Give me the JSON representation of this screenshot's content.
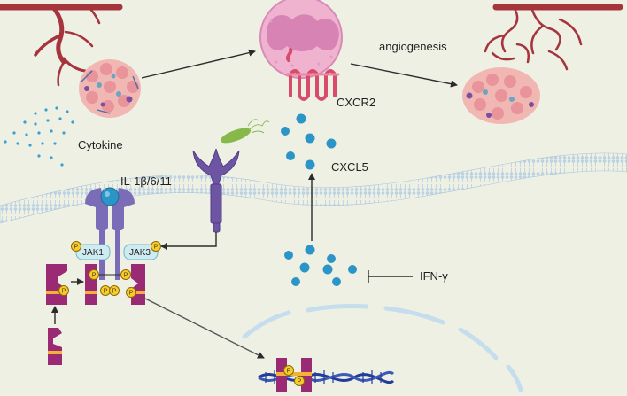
{
  "labels": {
    "angiogenesis": "angiogenesis",
    "cxcr2": "CXCR2",
    "cytokine": "Cytokine",
    "cxcl5": "CXCL5",
    "il": "IL-1β/6/11",
    "ifn": "IFN-γ",
    "jak1": "JAK1",
    "jak3": "JAK3",
    "p": "P"
  },
  "colors": {
    "background": "#eef0e4",
    "vessel": "#a5343d",
    "neutrophil": "#efb3d0",
    "nucleus": "#d784b4",
    "receptor": "#d84b6a",
    "chemokine": "#2b95c8",
    "stat": "#9a2a74",
    "stat_band": "#f2b23a",
    "phospho": "#f6cc2e",
    "jak": "#cdebf0",
    "il_receptor": "#7b6cb8",
    "tlr": "#6d55a3",
    "bacterium": "#86b84a",
    "membrane": "#c6dded",
    "dna": "#233c98"
  },
  "icons": [
    "blood-vessel-icon",
    "tumor-icon",
    "neutrophil-icon",
    "bacterium-icon",
    "dna-icon"
  ]
}
